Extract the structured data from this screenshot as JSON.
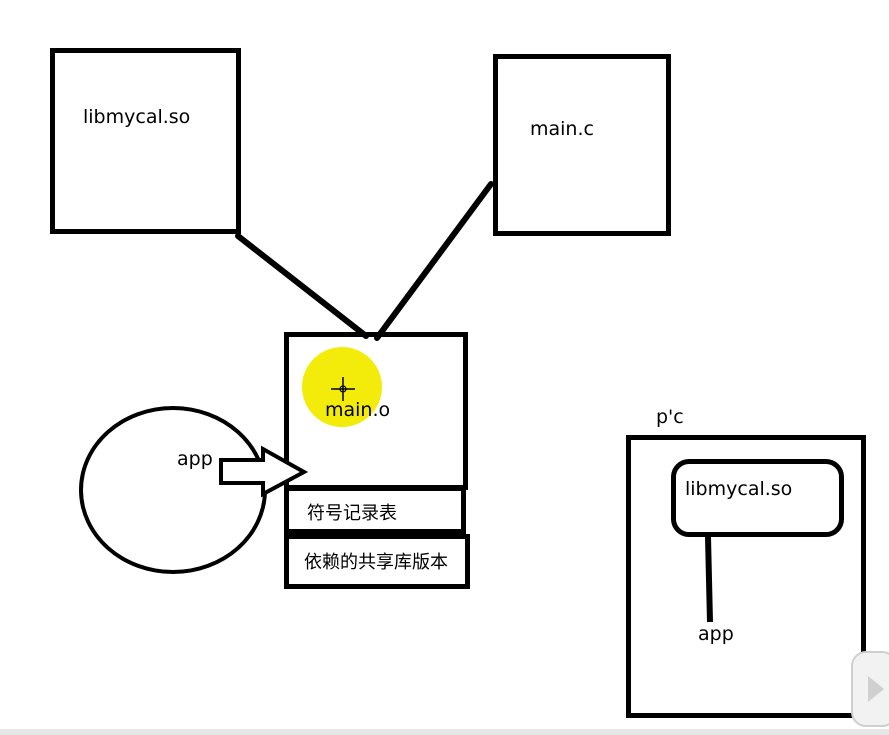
{
  "diagram": {
    "nodes": {
      "libmycal": {
        "label": "libmycal.so"
      },
      "main_c": {
        "label": "main.c"
      },
      "main_o": {
        "label": "main.o"
      },
      "symbol_table": {
        "label": "符号记录表"
      },
      "dependency": {
        "label": "依赖的共享库版本"
      },
      "app_circle": {
        "label": "app"
      },
      "pc_title": {
        "label": "p'c"
      },
      "pc_lib": {
        "label": "libmycal.so"
      },
      "pc_app": {
        "label": "app"
      }
    },
    "edges": [
      {
        "from": "libmycal",
        "to": "main_o"
      },
      {
        "from": "main_c",
        "to": "main_o"
      },
      {
        "from": "app_circle",
        "to": "main_o",
        "style": "block-arrow"
      },
      {
        "from": "pc_lib",
        "to": "pc_app"
      }
    ],
    "highlight_color": "#f3ec0a"
  }
}
